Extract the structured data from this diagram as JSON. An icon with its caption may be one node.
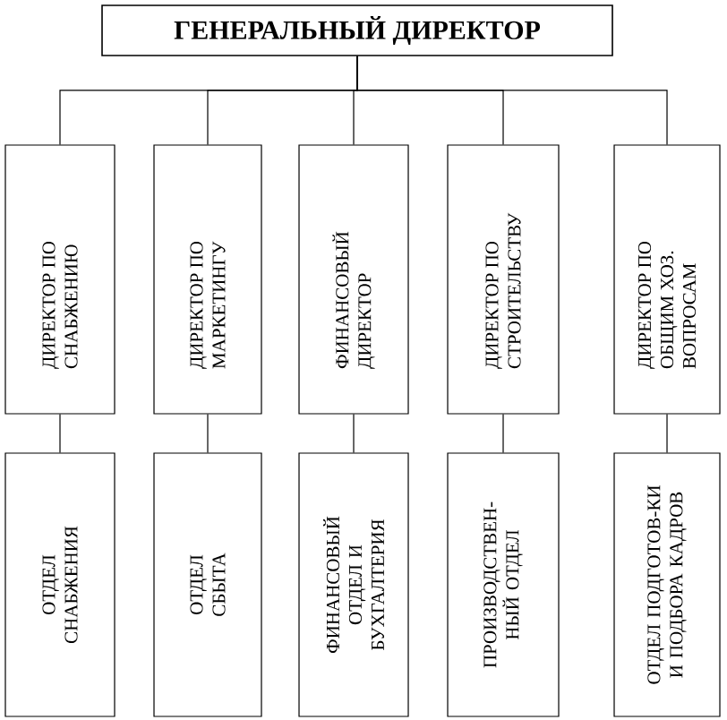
{
  "diagram": {
    "nodes": [
      {
        "text": [
          "ГЕНЕРАЛЬНЫЙ ДИРЕКТОР"
        ]
      },
      {
        "text": [
          "ДИРЕКТОР ПО СНАБЖЕНИЮ"
        ]
      },
      {
        "text": [
          "ДИРЕКТОР ПО МАРКЕТИНГУ"
        ]
      },
      {
        "text": [
          "ФИНАНСОВЫЙ ДИРЕКТОР"
        ]
      },
      {
        "text": [
          "ДИРЕКТОР ПО СТРОИТЕЛЬСТВУ"
        ]
      },
      {
        "text": [
          "ДИРЕКТОР ПО ОБЩИМ ХОЗ. ВОПРОСАМ"
        ]
      },
      {
        "text": [
          "ОТДЕЛ СНАБЖЕНИЯ"
        ]
      },
      {
        "text": [
          "ОТДЕЛ СБЫТА"
        ]
      },
      {
        "text": [
          "ФИНАНСОВЫЙ ОТДЕЛ И БУХГАЛТЕРИЯ"
        ]
      },
      {
        "text": [
          "ПРОИЗВОДСТВЕН-НЫЙ ОТДЕЛ"
        ]
      },
      {
        "text": [
          "ОТДЕЛ ПОДГОТОВ-КИ И ПОДБОРА КАДРОВ"
        ]
      }
    ],
    "edges": [
      {
        "from": 0,
        "to": 1,
        "arrow": "none"
      },
      {
        "from": 0,
        "to": 2,
        "arrow": "none"
      },
      {
        "from": 0,
        "to": 3,
        "arrow": "none"
      },
      {
        "from": 0,
        "to": 4,
        "arrow": "none"
      },
      {
        "from": 0,
        "to": 5,
        "arrow": "none"
      },
      {
        "from": 1,
        "to": 6,
        "arrow": "none"
      },
      {
        "from": 2,
        "to": 7,
        "arrow": "none"
      },
      {
        "from": 3,
        "to": 8,
        "arrow": "none"
      },
      {
        "from": 4,
        "to": 9,
        "arrow": "none"
      },
      {
        "from": 5,
        "to": 10,
        "arrow": "none"
      }
    ]
  }
}
